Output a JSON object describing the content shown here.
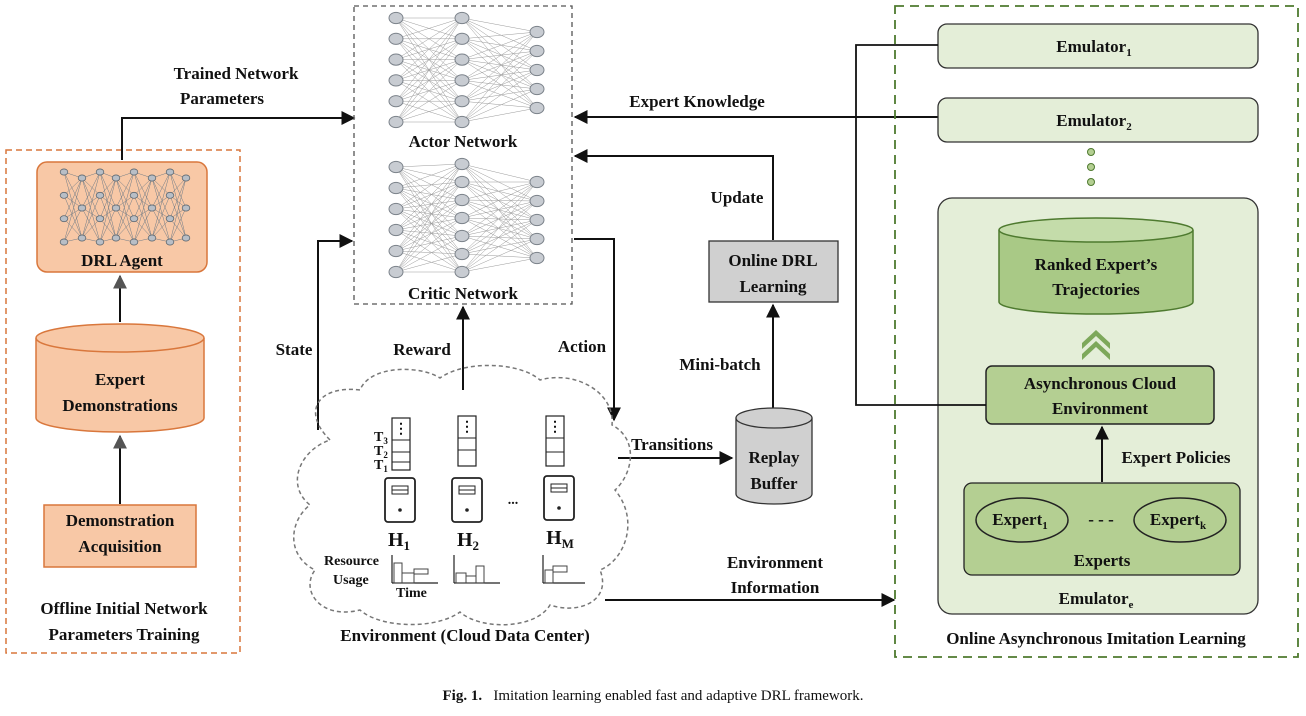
{
  "offline": {
    "title_line1": "Offline Initial Network",
    "title_line2": "Parameters Training",
    "drl_agent": "DRL Agent",
    "expert_demo_line1": "Expert",
    "expert_demo_line2": "Demonstrations",
    "demo_acq_line1": "Demonstration",
    "demo_acq_line2": "Acquisition"
  },
  "arrows": {
    "trained_line1": "Trained Network",
    "trained_line2": "Parameters",
    "expert_knowledge": "Expert Knowledge",
    "update": "Update",
    "state": "State",
    "reward": "Reward",
    "action": "Action",
    "mini_batch": "Mini-batch",
    "transitions": "Transitions",
    "env_info_line1": "Environment",
    "env_info_line2": "Information"
  },
  "networks": {
    "actor": "Actor Network",
    "critic": "Critic Network"
  },
  "drl_learning": {
    "line1": "Online DRL",
    "line2": "Learning"
  },
  "replay": {
    "line1": "Replay",
    "line2": "Buffer"
  },
  "environment": {
    "title": "Environment (Cloud Data Center)",
    "t3": "T",
    "t3_sub": "3",
    "t2": "T",
    "t2_sub": "2",
    "t1": "T",
    "t1_sub": "1",
    "h1": "H",
    "h1_sub": "1",
    "h2": "H",
    "h2_sub": "2",
    "hm": "H",
    "hm_sub": "M",
    "ellipsis": "...",
    "resource_line1": "Resource",
    "resource_line2": "Usage",
    "time": "Time"
  },
  "online": {
    "title": "Online Asynchronous Imitation Learning",
    "emulator1": "Emulator",
    "emulator1_sub": "1",
    "emulator2": "Emulator",
    "emulator2_sub": "2",
    "emulator_e": "Emulator",
    "emulator_e_sub": "e",
    "ranked_line1": "Ranked Expert’s",
    "ranked_line2": "Trajectories",
    "async_line1": "Asynchronous Cloud",
    "async_line2": "Environment",
    "expert_policies": "Expert Policies",
    "expert1": "Expert",
    "expert1_sub": "1",
    "expertk": "Expert",
    "expertk_sub": "k",
    "expert_dots": "- - -",
    "experts": "Experts"
  },
  "caption": {
    "label": "Fig. 1.",
    "text": "Imitation learning enabled fast and adaptive DRL framework."
  },
  "colors": {
    "orange_fill": "#f8c8a6",
    "orange_border": "#d9773c",
    "green_light": "#e4eed8",
    "green_mid": "#b4cf92",
    "green_dark": "#4e7a2f",
    "grey_box": "#d0d0d0"
  }
}
